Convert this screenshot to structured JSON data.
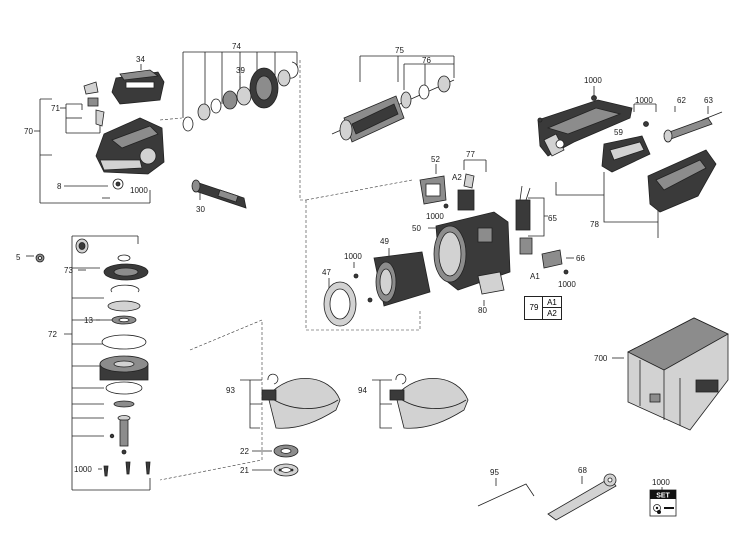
{
  "labels": {
    "p34": "34",
    "p74": "74",
    "p39": "39",
    "p75": "75",
    "p76": "76",
    "p71": "71",
    "p70": "70",
    "p8": "8",
    "p1000_a": "1000",
    "p30": "30",
    "p1000_b": "1000",
    "p1000_c": "1000",
    "p62": "62",
    "p63": "63",
    "p59": "59",
    "p52": "52",
    "p77": "77",
    "pA2_a": "A2",
    "p1000_d": "1000",
    "p65": "65",
    "p50": "50",
    "p78": "78",
    "p5": "5",
    "p73": "73",
    "p49": "49",
    "p1000_e": "1000",
    "p47": "47",
    "p66": "66",
    "pA1_a": "A1",
    "p1000_f": "1000",
    "p80": "80",
    "p72": "72",
    "p13": "13",
    "p700": "700",
    "p93": "93",
    "p94": "94",
    "p22": "22",
    "p21": "21",
    "p1000_g": "1000",
    "p95": "95",
    "p68": "68",
    "p1000_h": "1000"
  },
  "ref_table": {
    "number": "79",
    "a1": "A1",
    "a2": "A2"
  },
  "set_icon": {
    "text": "SET",
    "icon": "parts-set-icon"
  }
}
